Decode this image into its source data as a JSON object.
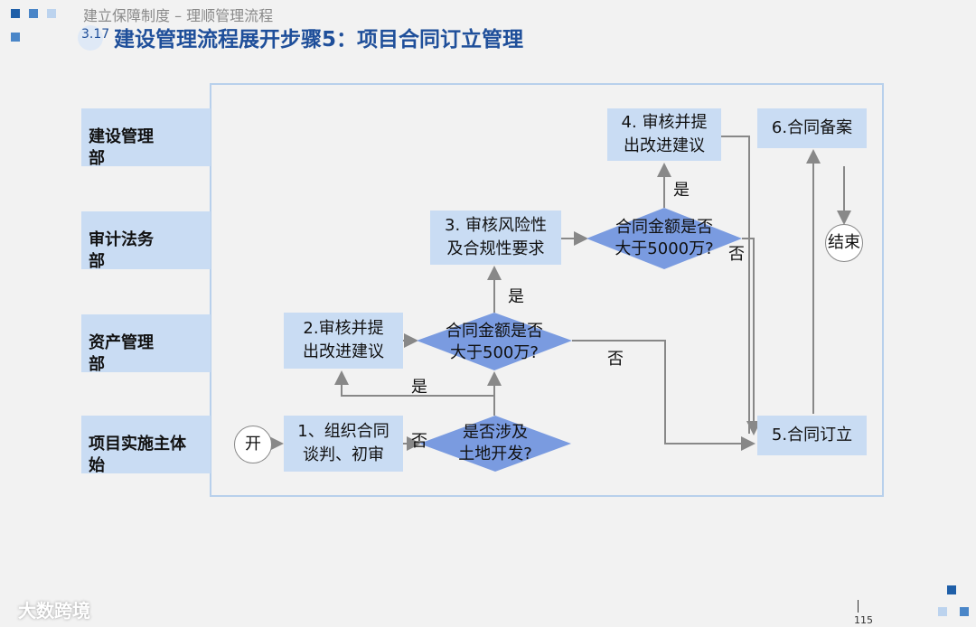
{
  "header": {
    "subtitle": "建立保障制度 – 理顺管理流程",
    "section_number": "3.17",
    "title": "建设管理流程展开步骤5：项目合同订立管理"
  },
  "lanes": [
    {
      "line1": "建设管理",
      "line2": "部"
    },
    {
      "line1": "审计法务",
      "line2": "部"
    },
    {
      "line1": "资产管理",
      "line2": "部"
    },
    {
      "line1": "项目实施主体",
      "line2": "始"
    }
  ],
  "nodes": {
    "start": "开",
    "step1": {
      "line1": "1、组织合同",
      "line2": "谈判、初审"
    },
    "decision_land": {
      "line1": "是否涉及",
      "line2": "土地开发?"
    },
    "step2": {
      "line1": "2.审核并提",
      "line2": "出改进建议"
    },
    "decision_500": {
      "line1": "合同金额是否",
      "line2": "大于500万?"
    },
    "step3": {
      "line1": "3. 审核风险性",
      "line2": "及合规性要求"
    },
    "decision_5000": {
      "line1": "合同金额是否",
      "line2": "大于5000万?"
    },
    "step4": {
      "line1": "4. 审核并提",
      "line2": "出改进建议"
    },
    "step5": "5.合同订立",
    "step6": "6.合同备案",
    "end": "结束"
  },
  "edge_labels": {
    "no_land": "否",
    "yes_land": "是",
    "yes_500": "是",
    "no_500": "否",
    "yes_5000": "是",
    "no_5000": "否"
  },
  "footer": {
    "watermark": "大数跨境",
    "page_number": "115"
  },
  "colors": {
    "title_blue": "#1f4f9a",
    "box_fill": "#c9dcf3",
    "diamond_fill": "#7a9be0",
    "frame_border": "#b8d0ec",
    "arrow": "#888888"
  }
}
